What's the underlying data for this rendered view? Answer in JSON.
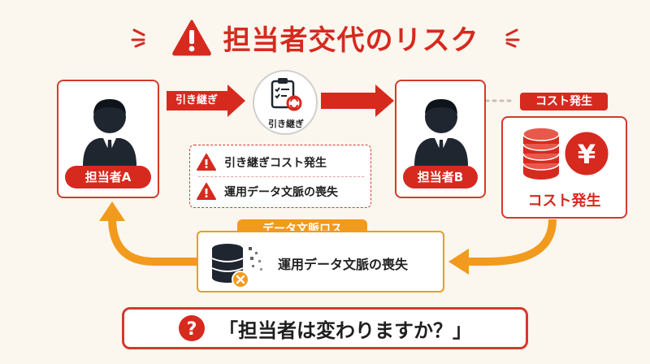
{
  "title": "担当者交代のリスク",
  "person_a": {
    "label": "担当者A"
  },
  "person_b": {
    "label": "担当者B"
  },
  "handover": {
    "arrow_label": "引き継ぎ",
    "icon_caption": "引き継ぎ"
  },
  "risks": [
    {
      "text": "引き継ぎコスト発生"
    },
    {
      "text": "運用データ文脈の喪失"
    }
  ],
  "cost": {
    "tag": "コスト発生",
    "caption": "コスト発生",
    "currency_symbol": "¥"
  },
  "data_loss": {
    "tag": "データ文脈ロス",
    "text": "運用データ文脈の喪失"
  },
  "question": {
    "text": "「担当者は変わりますか？」",
    "icon_symbol": "?"
  },
  "colors": {
    "red": "#d62a1f",
    "orange": "#f19a1d",
    "background": "#fbf6ee",
    "dark": "#1f2630"
  }
}
